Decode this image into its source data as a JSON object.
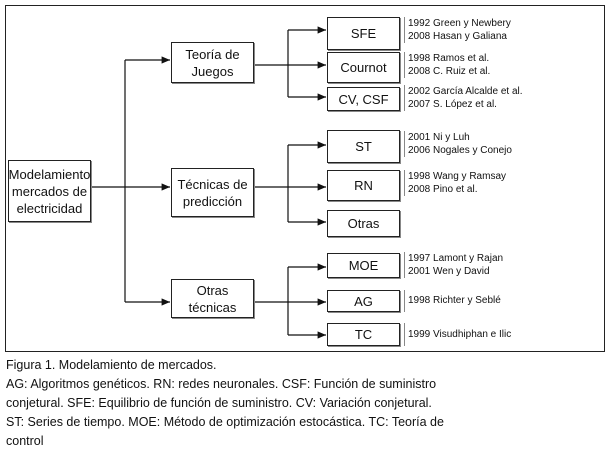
{
  "root": "Modelamiento\nmercados de\nelectricidad",
  "groups": [
    {
      "label": "Teoría de\nJuegos",
      "items": [
        {
          "label": "SFE",
          "refs": "1992 Green y Newbery\n2008 Hasan y Galiana"
        },
        {
          "label": "Cournot",
          "refs": "1998 Ramos et al.\n2008 C. Ruiz et al."
        },
        {
          "label": "CV, CSF",
          "refs": "2002 García Alcalde et al.\n2007 S. López et al."
        }
      ]
    },
    {
      "label": "Técnicas de\npredicción",
      "items": [
        {
          "label": "ST",
          "refs": "2001 Ni y Luh\n2006 Nogales y Conejo"
        },
        {
          "label": "RN",
          "refs": "1998 Wang y Ramsay\n2008 Pino et al."
        },
        {
          "label": "Otras",
          "refs": ""
        }
      ]
    },
    {
      "label": "Otras\ntécnicas",
      "items": [
        {
          "label": "MOE",
          "refs": "1997 Lamont y Rajan\n2001 Wen y David"
        },
        {
          "label": "AG",
          "refs": "1998 Richter y Seblé"
        },
        {
          "label": "TC",
          "refs": "1999 Visudhiphan e Ilic"
        }
      ]
    }
  ],
  "caption": [
    "Figura 1. Modelamiento de mercados.",
    "AG: Algoritmos genéticos. RN: redes neuronales. CSF: Función de suministro",
    "conjetural. SFE: Equilibrio de función de suministro. CV: Variación conjetural.",
    "ST: Series de tiempo. MOE: Método de optimización estocástica. TC: Teoría de",
    "control"
  ]
}
